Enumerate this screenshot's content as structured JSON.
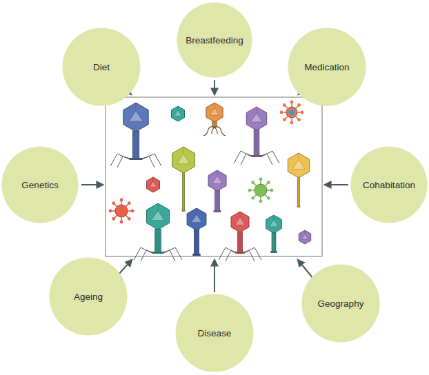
{
  "diagram": {
    "nodes": [
      {
        "text": [
          "Diet"
        ]
      },
      {
        "text": [
          "Breastfeeding"
        ]
      },
      {
        "text": [
          "Medication"
        ]
      },
      {
        "text": [
          "Genetics"
        ]
      },
      {
        "text": [
          "Cohabitation"
        ]
      },
      {
        "text": [
          "Ageing"
        ]
      },
      {
        "text": [
          "Disease"
        ]
      },
      {
        "text": [
          "Geography"
        ]
      }
    ]
  }
}
